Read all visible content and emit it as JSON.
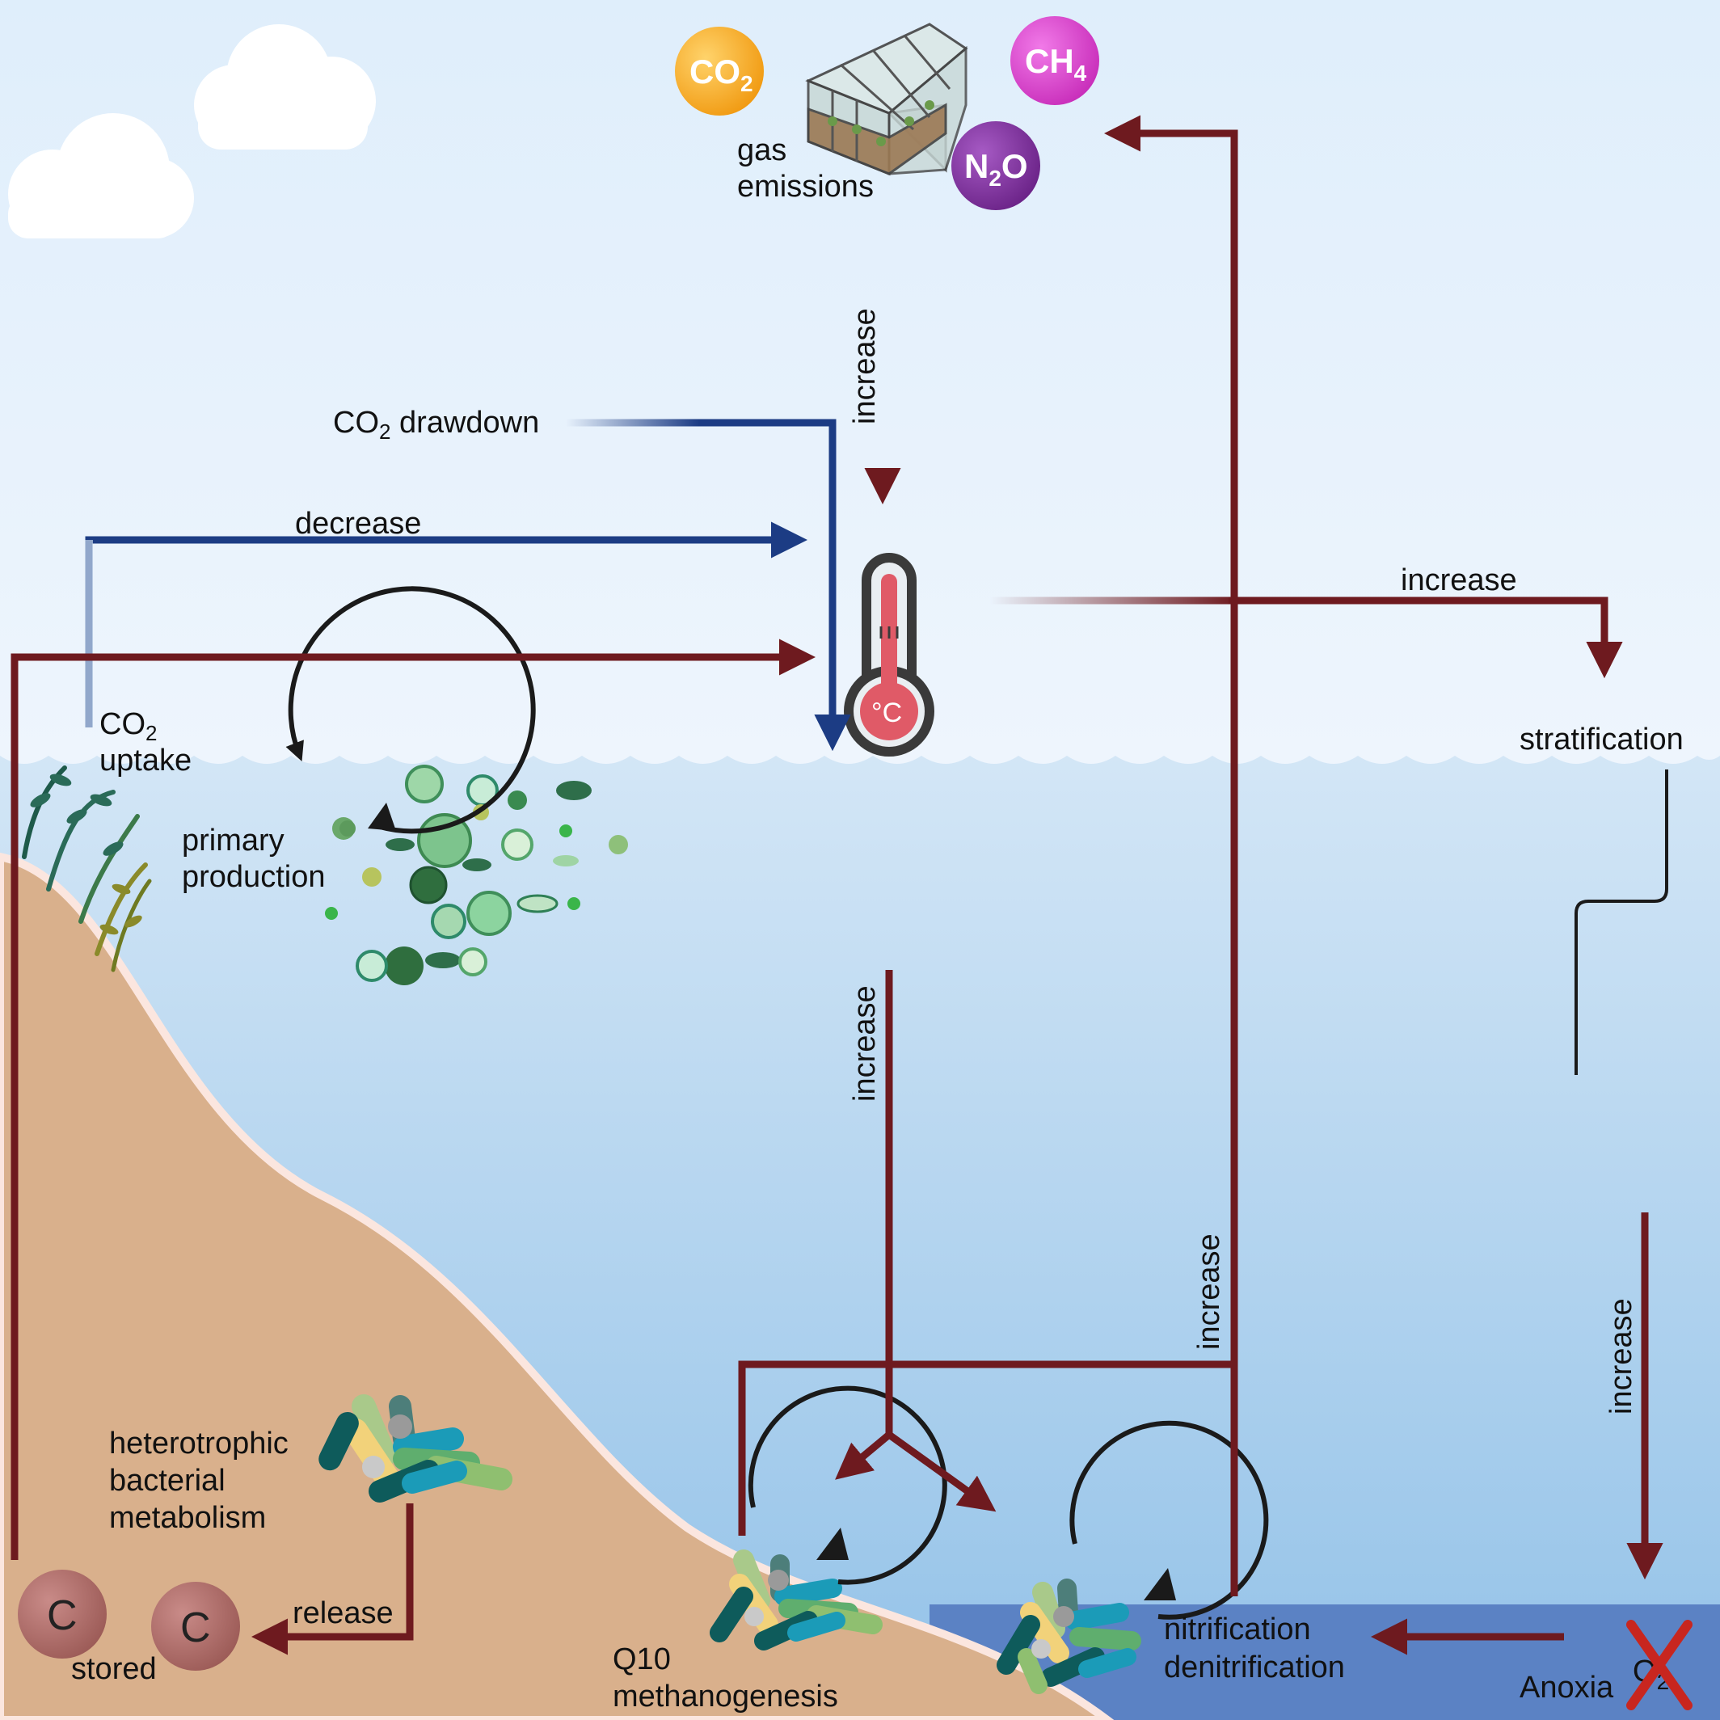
{
  "gases": {
    "co2": {
      "base": "CO",
      "sub": "2",
      "color": "#f4a31e"
    },
    "ch4": {
      "base": "CH",
      "sub": "4",
      "color": "#d63ec8"
    },
    "n2o": {
      "pre": "N",
      "sub": "2",
      "post": "O",
      "color": "#7b2f9a"
    }
  },
  "labels": {
    "gas_emissions_line1": "gas",
    "gas_emissions_line2": "emissions",
    "increase": "increase",
    "decrease": "decrease",
    "co2_drawdown_pre": "CO",
    "co2_drawdown_sub": "2",
    "co2_drawdown_post": " drawdown",
    "co2_uptake_pre": "CO",
    "co2_uptake_sub": "2",
    "co2_uptake_line2": "uptake",
    "primary_line1": "primary",
    "primary_line2": "production",
    "stratification": "stratification",
    "thermometer_unit": "°C",
    "hetero_line1": "heterotrophic",
    "hetero_line2": "bacterial",
    "hetero_line3": "metabolism",
    "release": "release",
    "stored": "stored",
    "carbon_symbol": "C",
    "q10_line1": "Q10",
    "q10_line2": "methanogenesis",
    "nitrif_line1": "nitrification",
    "nitrif_line2": "denitrification",
    "anoxia": "Anoxia",
    "o2_base": "O",
    "o2_sub": "2"
  },
  "colors": {
    "warming_arrow": "#6e1a1f",
    "cooling_arrow": "#1c3c84",
    "sky": "#eaf3fc",
    "water_top": "#cfe4f5",
    "water_bottom": "#93c2e8",
    "sediment": "#d9b08c",
    "anoxic_water": "#5b82c4"
  }
}
